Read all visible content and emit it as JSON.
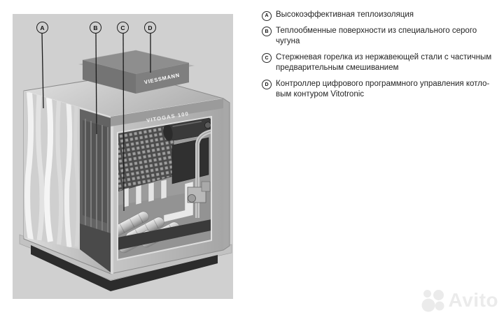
{
  "colors": {
    "panel_bg": "#d0d0d0",
    "legend_text": "#242424",
    "watermark": "#ebebeb",
    "leader_line": "#1a1a1a"
  },
  "diagram": {
    "brand_label": "VIESSMANN",
    "model_label": "VITOGAS 100",
    "callouts": [
      {
        "letter": "A"
      },
      {
        "letter": "B"
      },
      {
        "letter": "C"
      },
      {
        "letter": "D"
      }
    ]
  },
  "legend": {
    "items": [
      {
        "letter": "A",
        "text": "Высокоэффективная теплоизоляция",
        "lines": [
          "Высокоэффективная теплоизоляция"
        ]
      },
      {
        "letter": "B",
        "text": "Теплообменные поверхности из специального серого чугуна",
        "lines": [
          "Теплообменные поверхности из специального серого",
          "чугуна"
        ]
      },
      {
        "letter": "C",
        "text": "Стержневая горелка из нержавеющей стали с частичным предварительным смешиванием",
        "lines": [
          "Стержневая горелка из нержавеющей стали с частичным",
          "предварительным смешиванием"
        ]
      },
      {
        "letter": "D",
        "text": "Контроллер цифрового программного управления котловым контуром Vitotronic",
        "lines": [
          "Контроллер цифрового программного управления котло-",
          "вым контуром Vitotronic"
        ]
      }
    ]
  },
  "watermark": {
    "text": "Avito"
  }
}
